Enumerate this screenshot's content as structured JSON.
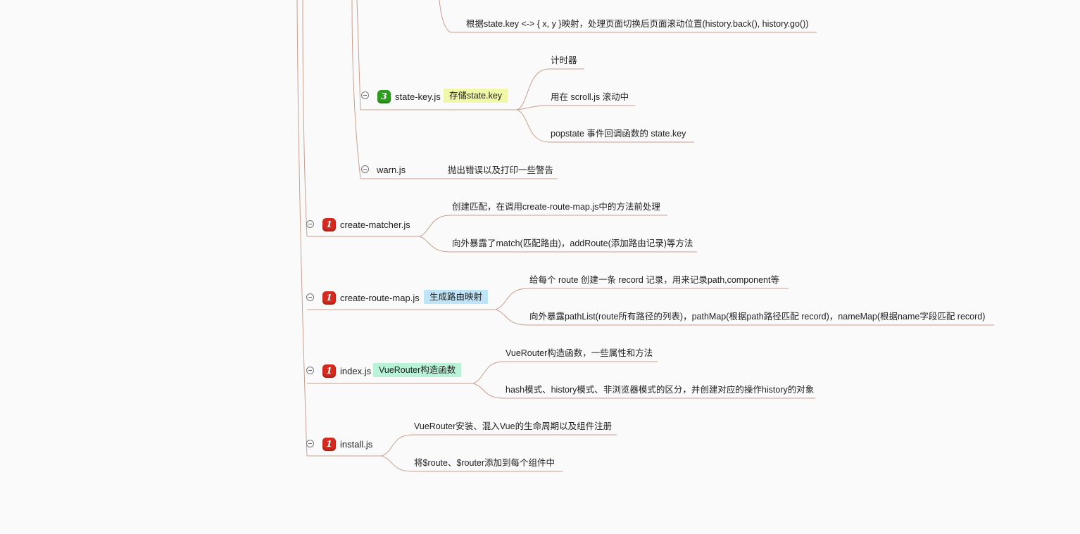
{
  "colors": {
    "line": "#c9a090",
    "badge_red": "#d42a1f",
    "badge_green": "#2e9e1e",
    "tag_yellow": "#f1f7a8",
    "tag_blue": "#bfe4f7",
    "tag_mint": "#b9f2d7"
  },
  "nodes": {
    "scroll_child_history": "根据state.key <-> { x, y }映射，处理页面切换后页面滚动位置(history.back(), history.go())",
    "state_key": {
      "label": "state-key.js",
      "priority": "3",
      "tag": "存储state.key",
      "children": [
        "计时器",
        "用在 scroll.js 滚动中",
        "popstate 事件回调函数的 state.key"
      ]
    },
    "warn": {
      "label": "warn.js",
      "note": "抛出错误以及打印一些警告"
    },
    "create_matcher": {
      "label": "create-matcher.js",
      "priority": "1",
      "children": [
        "创建匹配，在调用create-route-map.js中的方法前处理",
        "向外暴露了match(匹配路由)，addRoute(添加路由记录)等方法"
      ]
    },
    "create_route_map": {
      "label": "create-route-map.js",
      "priority": "1",
      "tag": "生成路由映射",
      "children": [
        "给每个 route 创建一条 record 记录，用来记录path,component等",
        "向外暴露pathList(route所有路径的列表)，pathMap(根据path路径匹配 record)，nameMap(根据name字段匹配 record)"
      ]
    },
    "index": {
      "label": "index.js",
      "priority": "1",
      "tag": "VueRouter构造函数",
      "children": [
        "VueRouter构造函数，一些属性和方法",
        "hash模式、history模式、非浏览器模式的区分，并创建对应的操作history的对象"
      ]
    },
    "install": {
      "label": "install.js",
      "priority": "1",
      "children": [
        "VueRouter安装、混入Vue的生命周期以及组件注册",
        "将$route、$router添加到每个组件中"
      ]
    }
  }
}
